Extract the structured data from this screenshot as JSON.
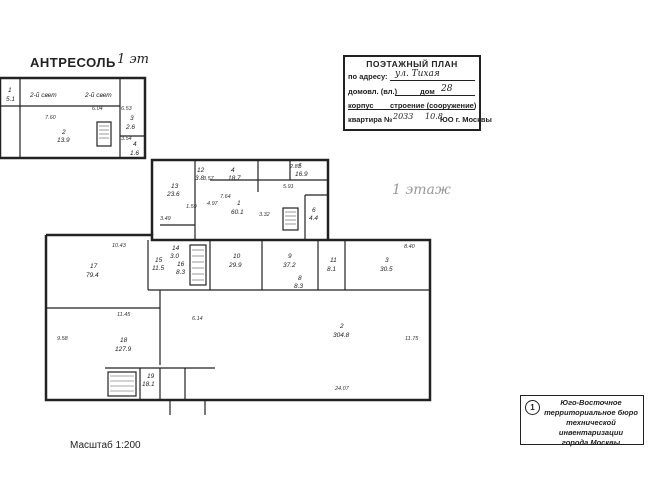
{
  "mezzanine": {
    "title": "АНТРЕСОЛЬ",
    "number": "1 эт"
  },
  "floor_label": "1 этаж",
  "stamp": {
    "title": "ПОЭТАЖНЫЙ ПЛАН",
    "address_label": "по адресу:",
    "address_value": "ул. Тихая",
    "house_label": "домовл. (вл.)",
    "house_no_label": "дом",
    "house_no_value": "28",
    "building_label": "корпус",
    "structure_label": "строение (сооружение)",
    "flat_label": "квартира №",
    "flat_value": "2033",
    "date_value": "10.8",
    "city_label": "ЮО г. Москвы"
  },
  "bti": {
    "number": "1",
    "lines": [
      "Юго-Восточное",
      "территориальное бюро",
      "технической инвентаризации",
      "города Москвы"
    ]
  },
  "scale": "Масштаб 1:200",
  "mezz_rooms": [
    {
      "no": "1",
      "area": "5.1"
    },
    {
      "no": "2",
      "area": "13.9"
    },
    {
      "no": "3",
      "area": "2.6"
    },
    {
      "no": "4",
      "area": "1.6"
    }
  ],
  "mezz_notes": [
    "2-й свет",
    "2-й свет"
  ],
  "mezz_dims": [
    "7.60",
    "6.04",
    "6.53",
    "3.54"
  ],
  "rooms": [
    {
      "no": "1",
      "area": "60.1"
    },
    {
      "no": "2",
      "area": "304.8"
    },
    {
      "no": "3",
      "area": "30.5"
    },
    {
      "no": "4",
      "area": "18.7"
    },
    {
      "no": "5",
      "area": "16.9"
    },
    {
      "no": "6",
      "area": "4.4"
    },
    {
      "no": "8",
      "area": "8.3"
    },
    {
      "no": "9",
      "area": "37.2"
    },
    {
      "no": "10",
      "area": "29.9"
    },
    {
      "no": "11",
      "area": "8.1"
    },
    {
      "no": "12",
      "area": "3.8"
    },
    {
      "no": "13",
      "area": "23.6"
    },
    {
      "no": "14",
      "area": "3.0"
    },
    {
      "no": "15",
      "area": "11.5"
    },
    {
      "no": "16",
      "area": "8.3"
    },
    {
      "no": "17",
      "area": "79.4"
    },
    {
      "no": "18",
      "area": "127.9"
    },
    {
      "no": "19",
      "area": "18.1"
    }
  ],
  "dims": [
    "10.43",
    "11.45",
    "6.14",
    "9.58",
    "11.75",
    "24.07",
    "8.40",
    "5.91",
    "7.64",
    "3.49",
    "2.87",
    "3.57",
    "4.97",
    "1.59",
    "3.32"
  ]
}
